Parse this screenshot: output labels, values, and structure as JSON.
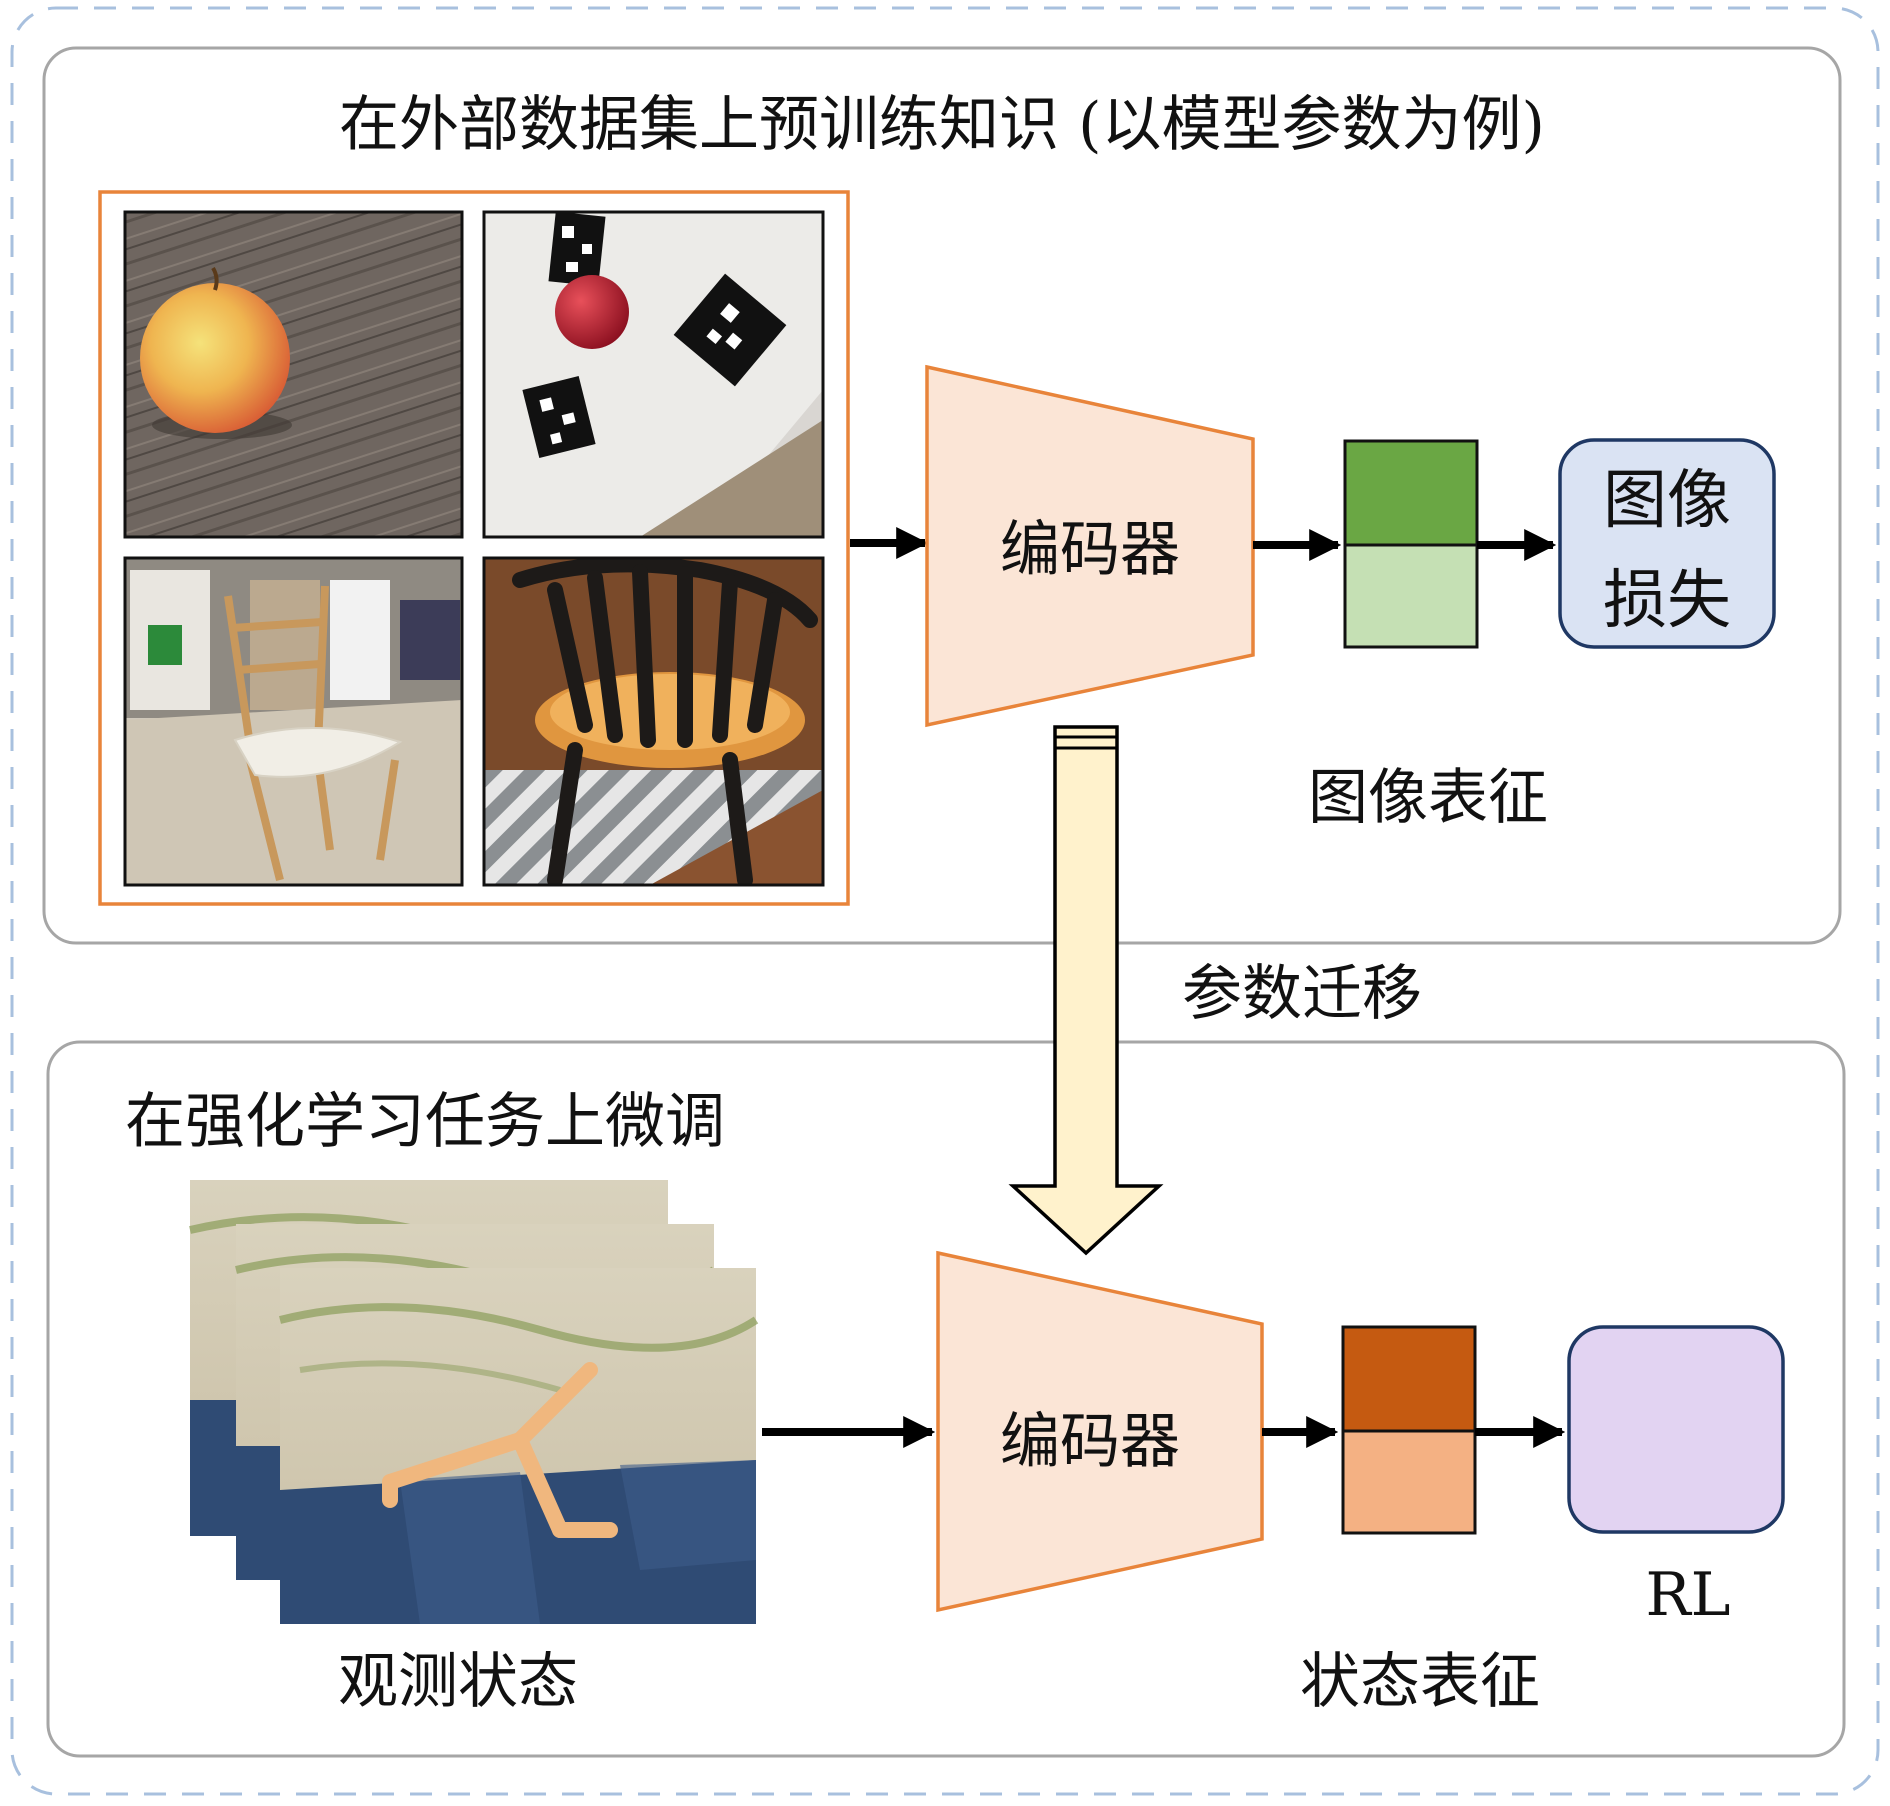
{
  "top_panel": {
    "title": "在外部数据集上预训练知识 (以模型参数为例)",
    "encoder_label": "编码器",
    "loss_box": {
      "line1": "图像",
      "line2": "损失"
    },
    "representation_label": "图像表征"
  },
  "transfer": {
    "label": "参数迁移"
  },
  "bottom_panel": {
    "title": "在强化学习任务上微调",
    "encoder_label": "编码器",
    "observation_label": "观测状态",
    "representation_label": "状态表征",
    "rl_label": "RL"
  },
  "colors": {
    "outer_dashed_border": "#a8c0de",
    "panel_border": "#a6a6a6",
    "encoder_fill": "#fbe5d6",
    "encoder_stroke": "#e8843a",
    "image_grid_border": "#e8843a",
    "top_rep_dark": "#6aa744",
    "top_rep_light": "#c5e0b4",
    "bottom_rep_dark": "#c55a11",
    "bottom_rep_light": "#f4b183",
    "loss_fill": "#dae3f3",
    "loss_stroke": "#1f3864",
    "rl_fill": "#e2d3f2",
    "rl_stroke": "#1f3864",
    "transfer_arrow_fill": "#fff2cc"
  },
  "icons": {
    "grid_image_1": "apple-on-wood-photo",
    "grid_image_2": "apple-with-markers-photo",
    "grid_image_3": "white-chair-photo",
    "grid_image_4": "black-chair-photo",
    "observation_frames": "walker-robot-frames"
  }
}
